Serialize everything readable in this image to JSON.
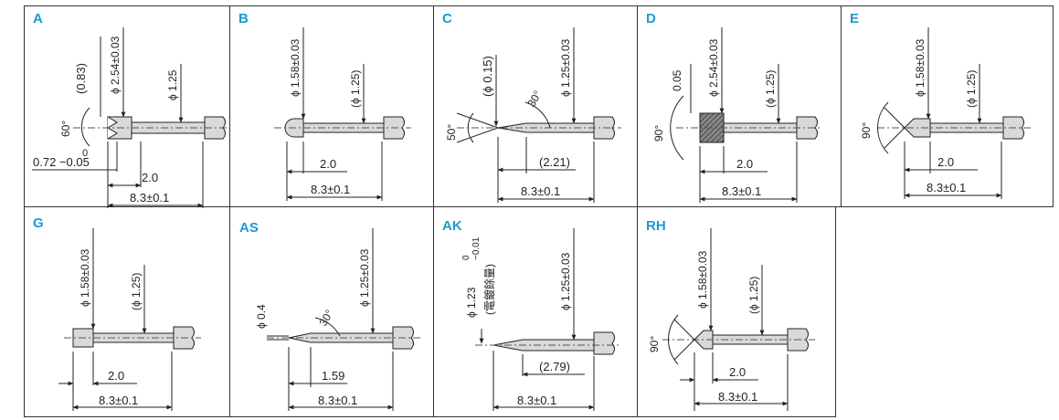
{
  "panels": [
    {
      "id": "A",
      "dims": [
        "(0.83)",
        "ϕ 2.54±0.03",
        "ϕ 1.25",
        "60°",
        "0",
        "0.72 −0.05",
        "2.0",
        "8.3±0.1"
      ]
    },
    {
      "id": "B",
      "dims": [
        "ϕ 1.58±0.03",
        "(ϕ 1.25)",
        "2.0",
        "8.3±0.1"
      ]
    },
    {
      "id": "C",
      "dims": [
        "(ϕ 0.15)",
        "ϕ 1.25±0.03",
        "50°",
        "30°",
        "(2.21)",
        "8.3±0.1"
      ]
    },
    {
      "id": "D",
      "dims": [
        "0.05",
        "ϕ 2.54±0.03",
        "(ϕ 1.25)",
        "90°",
        "2.0",
        "8.3±0.1"
      ]
    },
    {
      "id": "E",
      "dims": [
        "ϕ 1.58±0.03",
        "(ϕ 1.25)",
        "90°",
        "2.0",
        "8.3±0.1"
      ]
    },
    {
      "id": "G",
      "dims": [
        "ϕ 1.58±0.03",
        "(ϕ 1.25)",
        "2.0",
        "8.3±0.1"
      ]
    },
    {
      "id": "AS",
      "dims": [
        "ϕ 0.4",
        "ϕ 1.25±0.03",
        "30°",
        "1.59",
        "8.3±0.1"
      ]
    },
    {
      "id": "AK",
      "dims": [
        "ϕ 1.23",
        "0",
        "−0.01",
        "(電鍍餘量)",
        "ϕ 1.25±0.03",
        "(2.79)",
        "8.3±0.1"
      ]
    },
    {
      "id": "RH",
      "dims": [
        "ϕ 1.58±0.03",
        "(ϕ 1.25)",
        "90°",
        "2.0",
        "8.3±0.1"
      ]
    }
  ],
  "colors": {
    "label": "#1a9ad6",
    "border": "#333333",
    "line": "#222222",
    "body": "#d9d9d9",
    "hatch": "#555555"
  }
}
